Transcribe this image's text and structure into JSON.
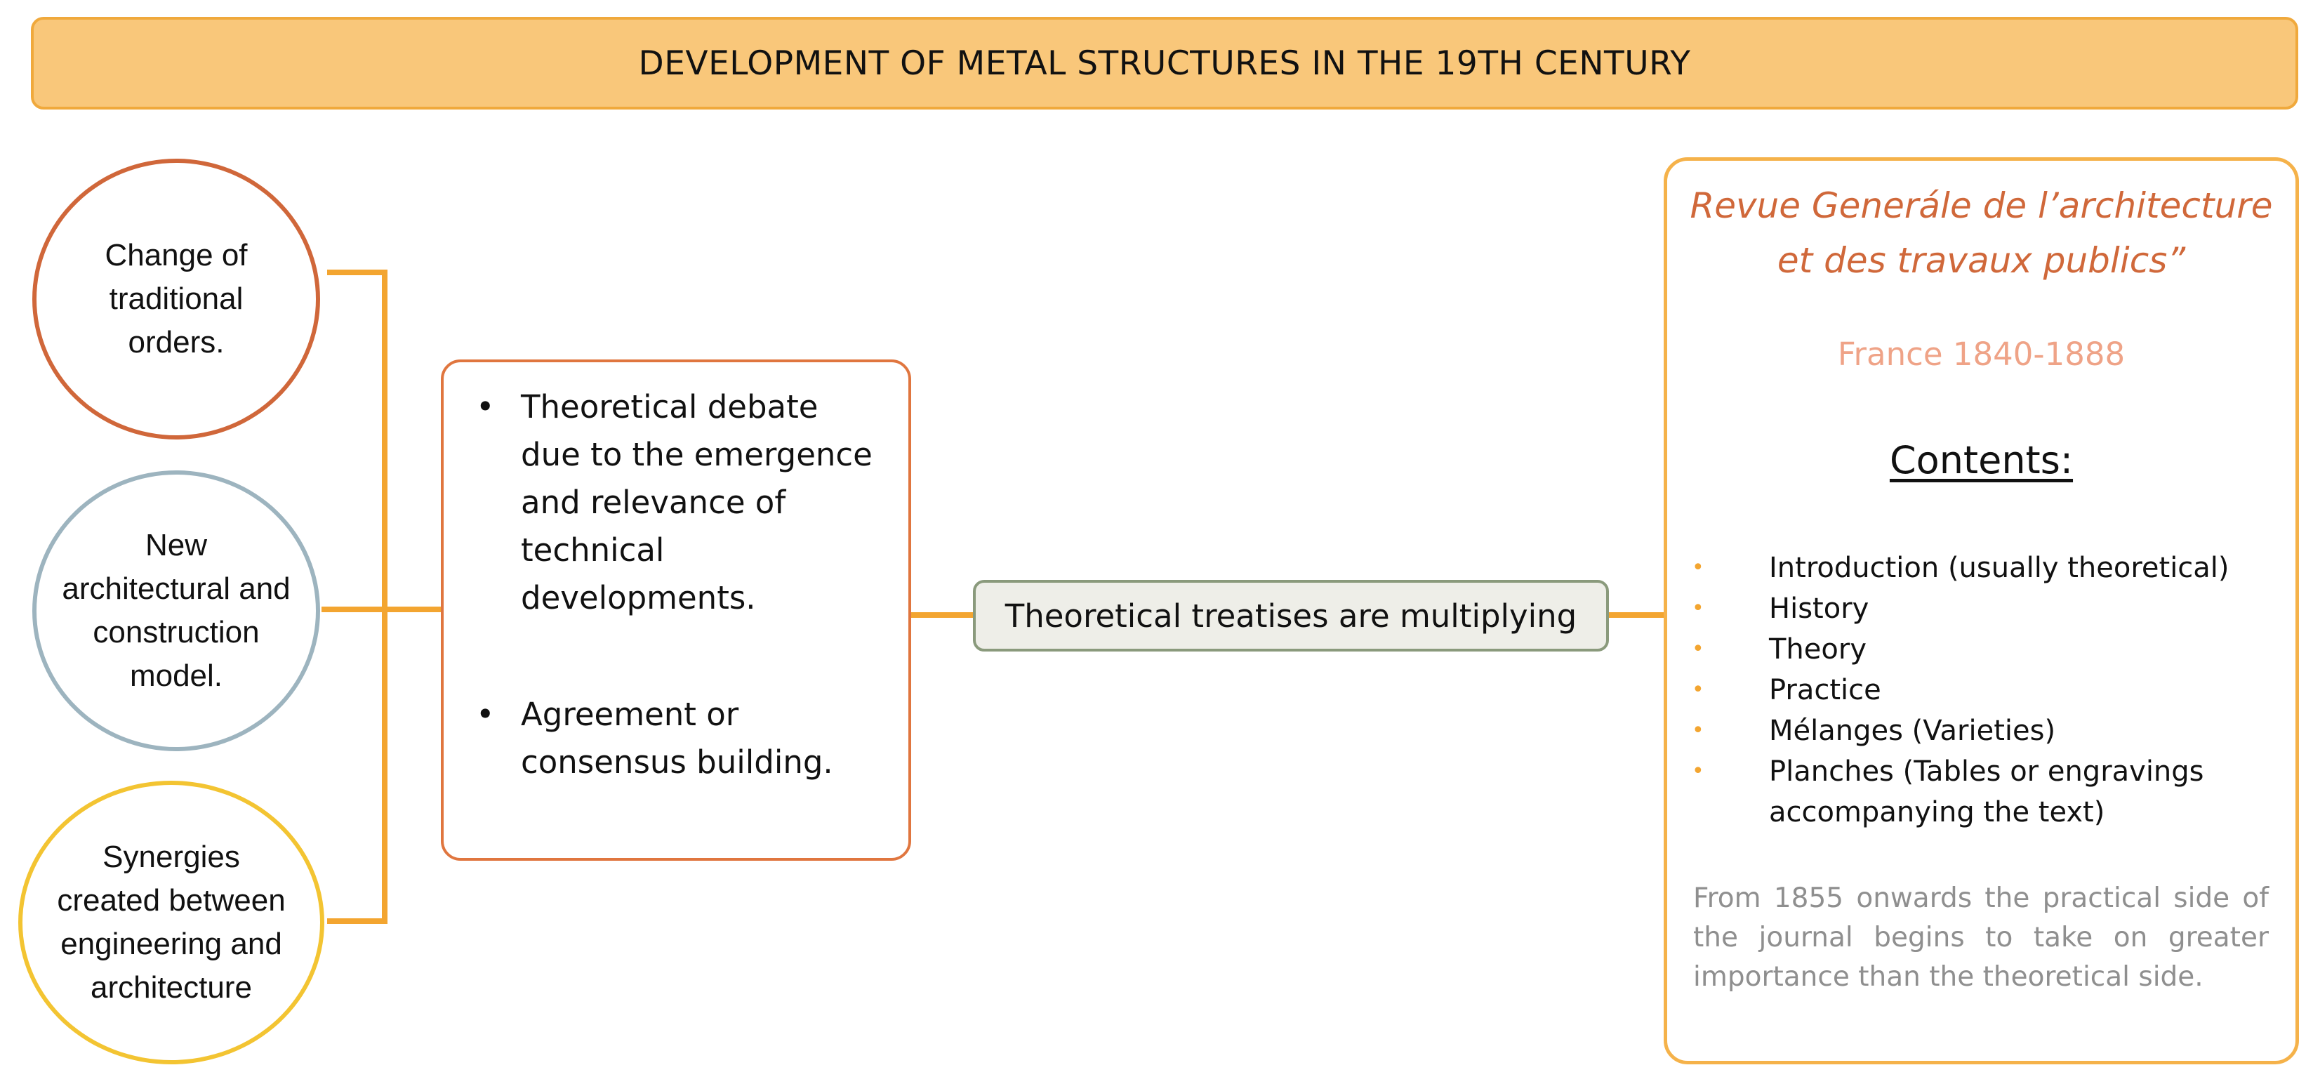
{
  "title": "DEVELOPMENT OF METAL STRUCTURES IN THE 19TH CENTURY",
  "factors": [
    {
      "label": "Change of\ntraditional\norders."
    },
    {
      "label": "New\narchitectural and\nconstruction\nmodel."
    },
    {
      "label": "Synergies\ncreated between\nengineering and\narchitecture"
    }
  ],
  "debate": {
    "items": [
      {
        "bullet": "•",
        "text": "Theoretical debate\ndue to the emergence\nand relevance of\ntechnical\ndevelopments."
      },
      {
        "bullet": "•",
        "text": "Agreement or\nconsensus building."
      }
    ]
  },
  "treatises": {
    "label": "Theoretical treatises are multiplying"
  },
  "journal": {
    "title": "Revue Generále de l’architecture\net des travaux publics”",
    "period": "France 1840-1888",
    "contents_heading": "Contents:",
    "bullet": "•",
    "contents": [
      "Introduction (usually theoretical)",
      "History",
      "Theory",
      "Practice",
      "Mélanges (Varieties)",
      "Planches (Tables or engravings\naccompanying the text)"
    ],
    "note": "From 1855 onwards the practical side of the journal begins to take on greater importance than the theoretical side."
  },
  "colors": {
    "banner_fill": "#f9c77a",
    "connector": "#f3a530",
    "circle_1": "#d0673a",
    "circle_2": "#9db4bf",
    "circle_3": "#f3c432",
    "journal_title": "#d0683a"
  }
}
